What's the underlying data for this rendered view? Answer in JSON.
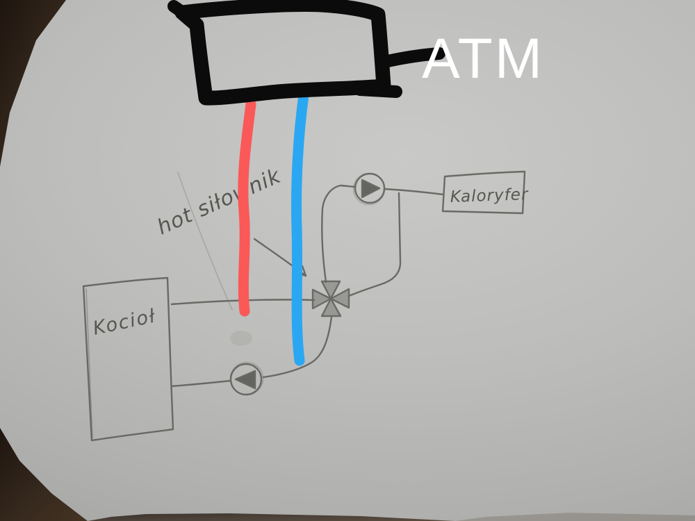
{
  "scene": {
    "type": "photo-of-hand-drawn-heating-diagram",
    "description": "Pencil sketch of a boiler-to-radiator hydraulic loop on gray paper, annotated with thick digital marker box, red and blue lines, and white ATM label"
  },
  "labels": {
    "atm": "ATM",
    "valve_note": "hot siłownik",
    "boiler": "Kocioł",
    "radiator": "Kaloryfer"
  },
  "icons": {
    "pump_top": "circulation-pump-icon",
    "pump_bottom": "circulation-pump-icon",
    "valve": "four-way-mixing-valve-icon",
    "arrow": "annotation-arrow-icon"
  },
  "colors": {
    "paper": "#bdbdbb",
    "wood": "#2c211a",
    "marker_black": "#0b0b0b",
    "hot_line_red": "#fb5858",
    "cold_line_blue": "#2aa7f2",
    "pencil": "#60605c",
    "atm_text": "#ffffff"
  }
}
